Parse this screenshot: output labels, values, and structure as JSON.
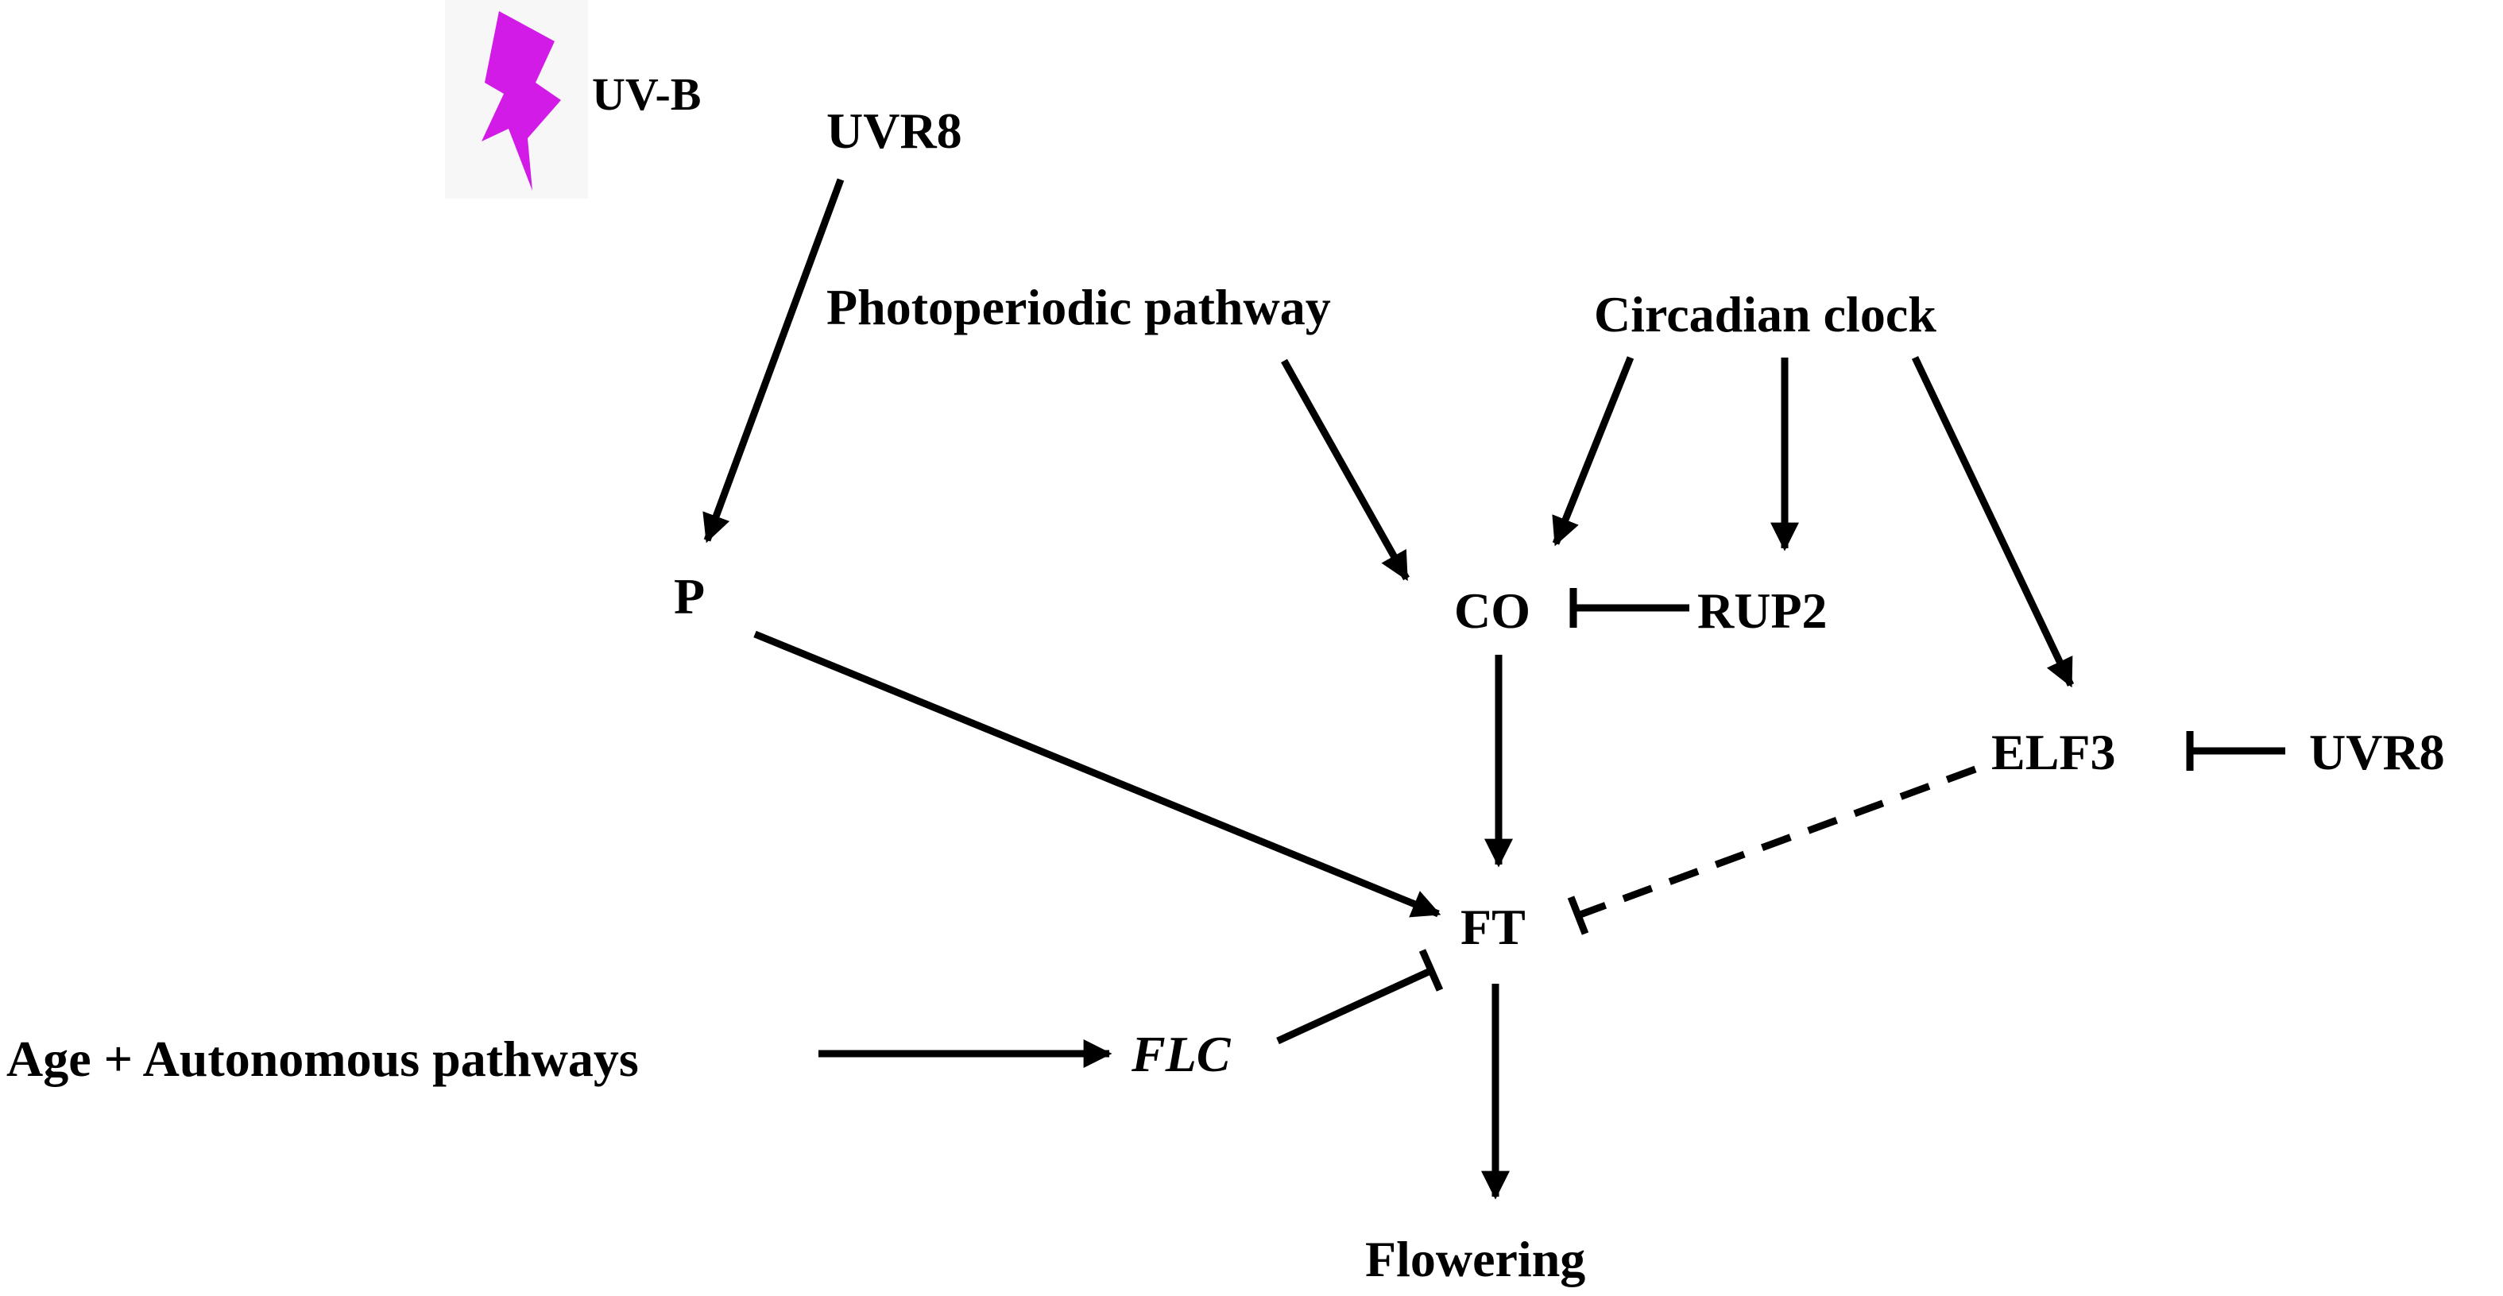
{
  "colors": {
    "text": "#000000",
    "uvb_bolt": "#d21be6",
    "uvb_label": "#7a25a8"
  },
  "uvb": {
    "label": "UV-B",
    "icon": "lightning-bolt-icon"
  },
  "nodes": {
    "uvr8_top": "UVR8",
    "photoperiodic": "Photoperiodic pathway",
    "circadian": "Circadian clock",
    "p": "P",
    "co": "CO",
    "rup2": "RUP2",
    "elf3": "ELF3",
    "uvr8_right": "UVR8",
    "ft": "FT",
    "age_autonomous": "Age + Autonomous pathways",
    "flc": "FLC",
    "flowering": "Flowering"
  },
  "edges": [
    {
      "from": "UVR8",
      "to": "P",
      "type": "activation"
    },
    {
      "from": "P",
      "to": "FT",
      "type": "activation"
    },
    {
      "from": "Photoperiodic pathway",
      "to": "CO",
      "type": "activation"
    },
    {
      "from": "Circadian clock",
      "to": "CO",
      "type": "activation"
    },
    {
      "from": "Circadian clock",
      "to": "RUP2",
      "type": "activation"
    },
    {
      "from": "Circadian clock",
      "to": "ELF3",
      "type": "activation"
    },
    {
      "from": "RUP2",
      "to": "CO",
      "type": "inhibition"
    },
    {
      "from": "CO",
      "to": "FT",
      "type": "activation"
    },
    {
      "from": "UVR8",
      "to": "ELF3",
      "type": "inhibition"
    },
    {
      "from": "ELF3",
      "to": "FT",
      "type": "inhibition-dashed"
    },
    {
      "from": "Age + Autonomous pathways",
      "to": "FLC",
      "type": "activation"
    },
    {
      "from": "FLC",
      "to": "FT",
      "type": "inhibition"
    },
    {
      "from": "FT",
      "to": "Flowering",
      "type": "activation"
    }
  ]
}
